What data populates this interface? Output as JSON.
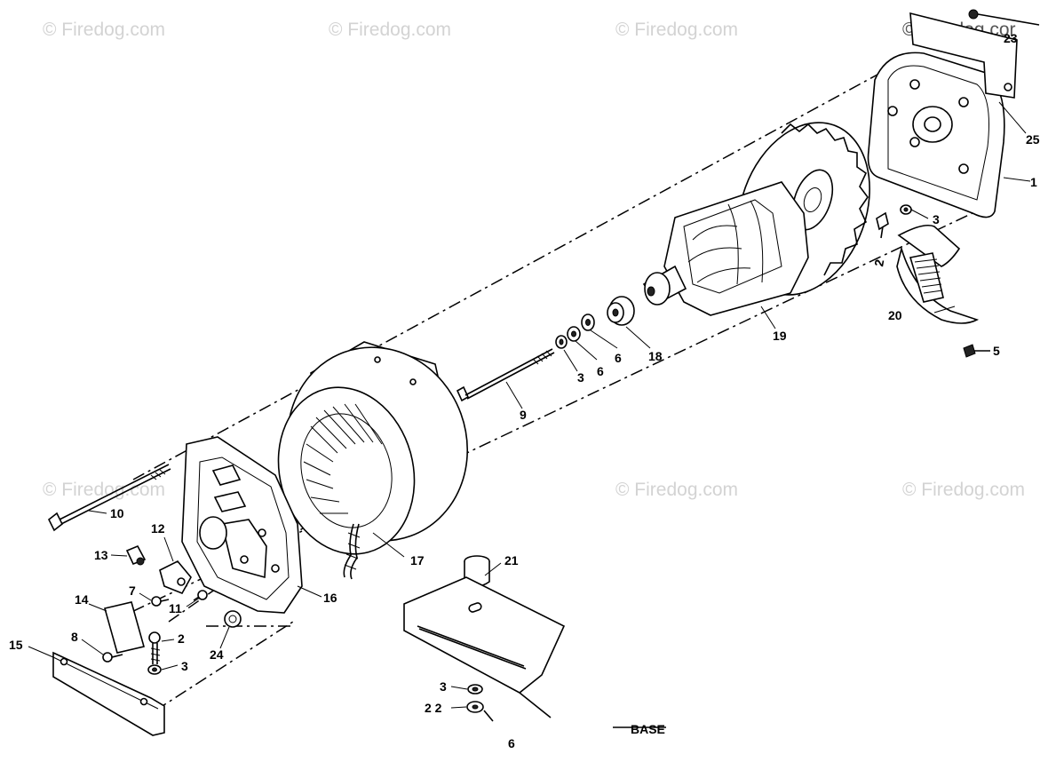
{
  "watermark": "© Firedog.com",
  "watermark_cropped": "© Firedog.cor",
  "callouts": {
    "c1": "1",
    "c2a": "2",
    "c2b": "2",
    "c3a": "3",
    "c3b": "3",
    "c3c": "3",
    "c3d": "3",
    "c5": "5",
    "c6a": "6",
    "c6b": "6",
    "c6c": "6",
    "c7": "7",
    "c8": "8",
    "c9": "9",
    "c10": "10",
    "c11": "11",
    "c12": "12",
    "c13": "13",
    "c14": "14",
    "c15": "15",
    "c16": "16",
    "c17": "17",
    "c18": "18",
    "c19": "19",
    "c20": "20",
    "c21": "21",
    "c22": "2 2",
    "c23": "23",
    "c24": "24",
    "c25": "25"
  },
  "base_label": "BASE"
}
